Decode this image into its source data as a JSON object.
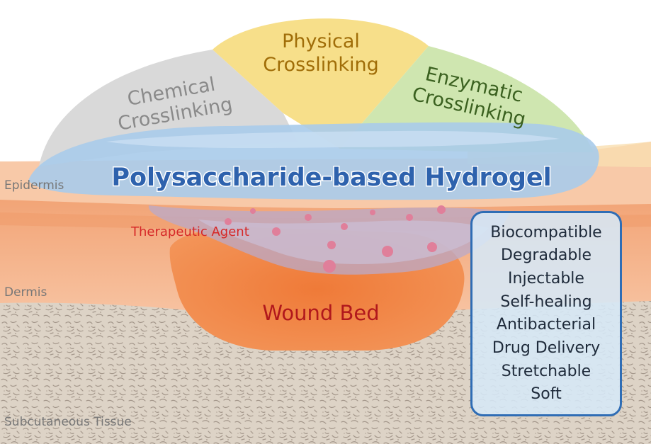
{
  "crosslinking": {
    "chemical": [
      "Chemical",
      "Crosslinking"
    ],
    "physical": [
      "Physical",
      "Crosslinking"
    ],
    "enzymatic": [
      "Enzymatic",
      "Crosslinking"
    ]
  },
  "hydrogel_label": "Polysaccharide-based Hydrogel",
  "layers": {
    "epidermis": "Epidermis",
    "dermis": "Dermis",
    "subcutaneous": "Subcutaneous Tissue"
  },
  "therapeutic_agent": "Therapeutic Agent",
  "wound_bed": "Wound Bed",
  "properties": [
    "Biocompatible",
    "Degradable",
    "Injectable",
    "Self-healing",
    "Antibacterial",
    "Drug Delivery",
    "Stretchable",
    "Soft"
  ],
  "colors": {
    "hydrogel_blue": "#a9cbea",
    "hydrogel_text": "#2e62ad",
    "chemical_gray": "#d7d7d7",
    "physical_yellow": "#f7df8a",
    "enzymatic_green": "#cfe6b0",
    "dermis_orange": "#f4a26f",
    "wound_orange": "#ef7a38",
    "wound_text": "#b1181c",
    "agent_red": "#d62828",
    "particle_pink": "#e07f9a",
    "tissue_beige": "#ddd3c6",
    "box_border": "#2f6db5"
  }
}
